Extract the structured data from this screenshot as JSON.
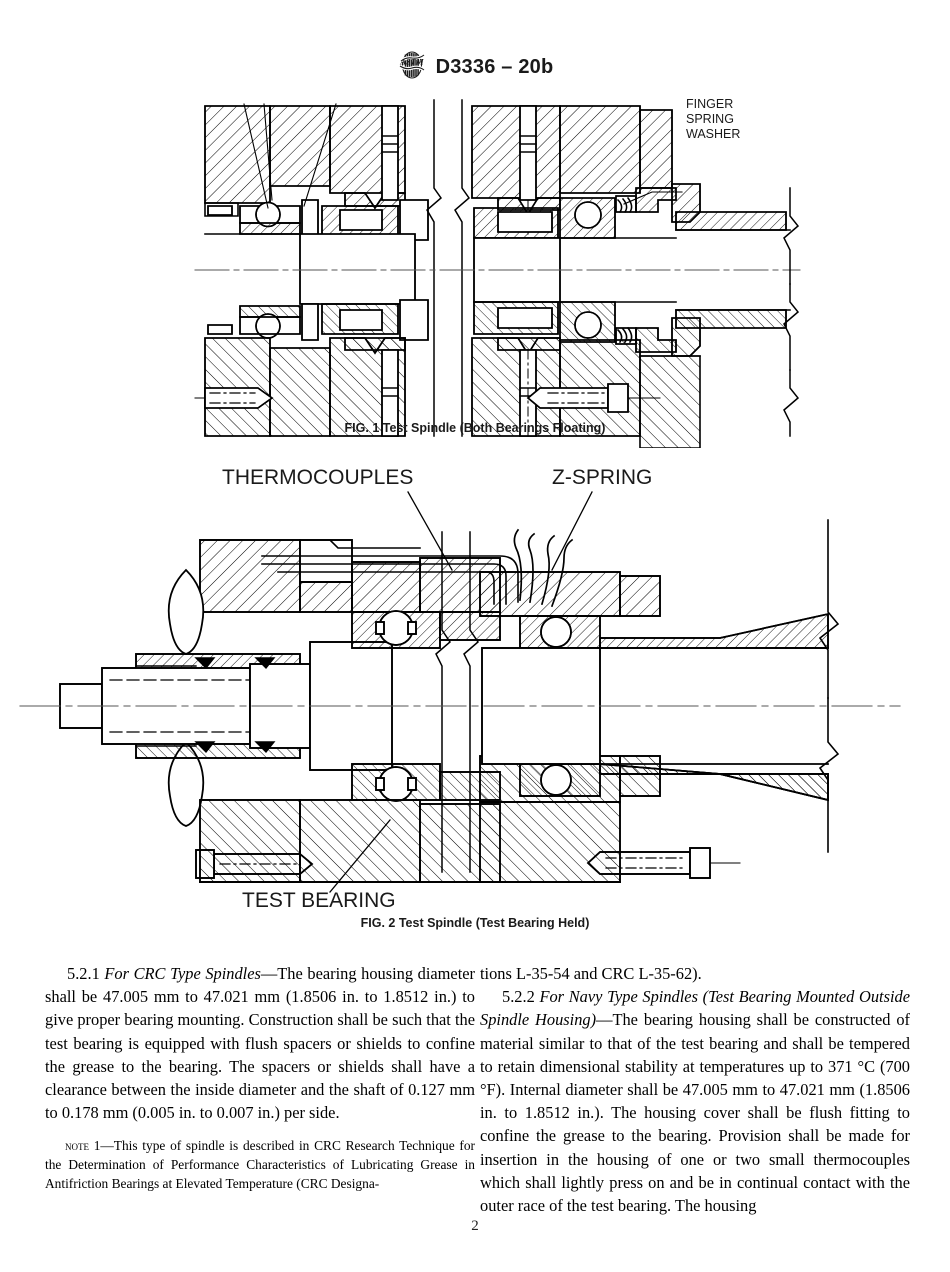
{
  "header": {
    "logo_icon": "astm-logo-icon",
    "designation": "D3336 – 20b"
  },
  "figures": [
    {
      "id": "figure-1",
      "caption": "FIG. 1  Test Spindle (Both Bearings Floating)",
      "labels": [
        {
          "name": "finger-spring-washer-label",
          "text": "FINGER\nSPRING\nWASHER",
          "lines": [
            "FINGER",
            "SPRING",
            "WASHER"
          ]
        }
      ]
    },
    {
      "id": "figure-2",
      "caption": "FIG. 2 Test Spindle (Test Bearing Held)",
      "labels": [
        {
          "name": "thermocouples-label",
          "text": "THERMOCOUPLES"
        },
        {
          "name": "z-spring-label",
          "text": "Z-SPRING"
        },
        {
          "name": "test-bearing-label",
          "text": "TEST BEARING"
        }
      ]
    }
  ],
  "body": {
    "left_column": {
      "clause_521": {
        "number": "5.2.1",
        "title": "For CRC Type Spindles",
        "dash": "—",
        "text": "The bearing housing diameter shall be 47.005 mm to 47.021 mm (1.8506 in. to 1.8512 in.) to give proper bearing mounting. Construction shall be such that the test bearing is equipped with flush spacers or shields to confine the grease to the bearing. The spacers or shields shall have a clearance between the inside diameter and the shaft of 0.127 mm to 0.178 mm (0.005 in. to 0.007 in.) per side."
      },
      "note_1": {
        "label": "Note 1",
        "dash": "—",
        "text": "This type of spindle is described in CRC Research Technique for the Determination of Performance Characteristics of Lubricating Grease in Antifriction Bearings at Elevated Temperature (CRC Designa-"
      }
    },
    "right_column": {
      "continuation": "tions L-35-54 and CRC L-35-62).",
      "clause_522": {
        "number": "5.2.2",
        "title": "For Navy Type Spindles (Test Bearing Mounted Outside Spindle Housing)",
        "dash": "—",
        "text": "The bearing housing shall be constructed of material similar to that of the test bearing and shall be tempered to retain dimensional stability at temperatures up to 371 °C (700 °F). Internal diameter shall be 47.005 mm to 47.021 mm (1.8506 in. to 1.8512 in.). The housing cover shall be flush fitting to confine the grease to the bearing. Provision shall be made for insertion in the housing of one or two small thermocouples which shall lightly press on and be in continual contact with the outer race of the test bearing. The housing"
      }
    }
  },
  "footer": {
    "page_number": "2"
  },
  "colors": {
    "ink": "#000000",
    "text": "#1a1a1a",
    "paper": "#ffffff"
  }
}
